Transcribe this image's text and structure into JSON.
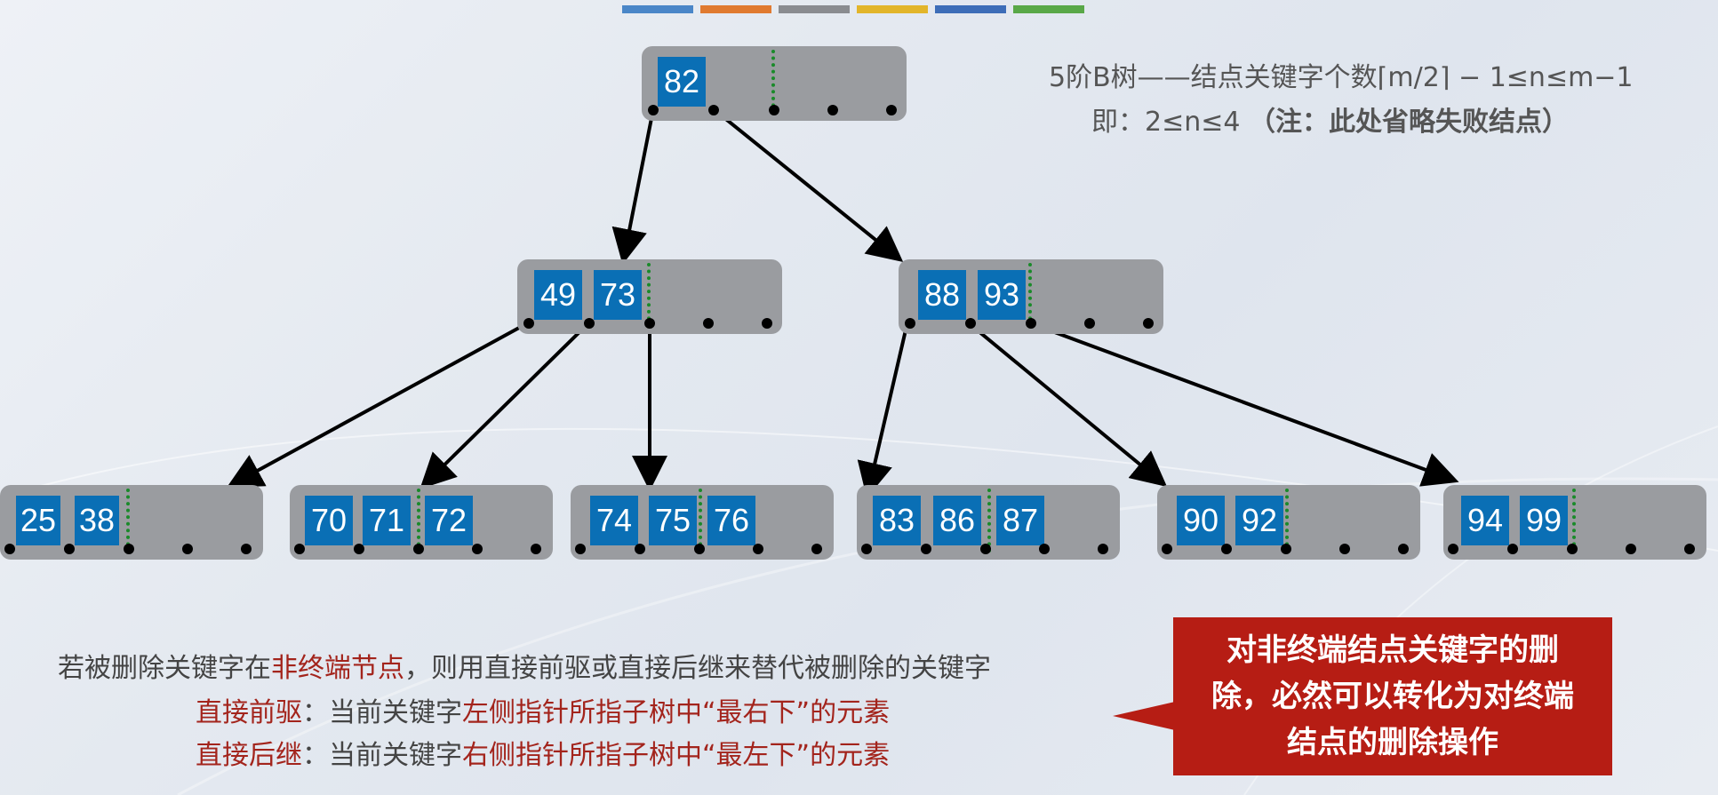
{
  "top_bar_colors": [
    "#4a86c8",
    "#e07a30",
    "#8a8c90",
    "#e2b52a",
    "#3d6db8",
    "#59a848"
  ],
  "key_color": "#0a6fb5",
  "node_color": "#9a9ca0",
  "accent_red": "#a3241c",
  "tree": {
    "root": {
      "keys": [
        "82"
      ]
    },
    "level2": [
      {
        "keys": [
          "49",
          "73"
        ]
      },
      {
        "keys": [
          "88",
          "93"
        ]
      }
    ],
    "leaves": [
      {
        "keys": [
          "25",
          "38"
        ]
      },
      {
        "keys": [
          "70",
          "71",
          "72"
        ]
      },
      {
        "keys": [
          "74",
          "75",
          "76"
        ]
      },
      {
        "keys": [
          "83",
          "86",
          "87"
        ]
      },
      {
        "keys": [
          "90",
          "92"
        ]
      },
      {
        "keys": [
          "94",
          "99"
        ]
      }
    ]
  },
  "formula": {
    "line1": "5阶B树——结点关键字个数⌈m/2⌉ − 1≤n≤m−1",
    "line2_prefix": "即：2≤n≤4 ",
    "line2_note": "（注：此处省略失败结点）"
  },
  "notes": {
    "line1_a": "若被删除关键字在",
    "line1_b": "非终端节点",
    "line1_c": "，则用直接前驱或直接后继来替代被删除的关键字",
    "line2_a": "直接前驱",
    "line2_b": "：当前关键字",
    "line2_c": "左侧指针所指子树中“最右下”的元素",
    "line3_a": "直接后继",
    "line3_b": "：当前关键字",
    "line3_c": "右侧指针所指子树中“最左下”的元素"
  },
  "callout": {
    "line1": "对非终端结点关键字的删",
    "line2": "除，必然可以转化为对终端",
    "line3": "结点的删除操作"
  }
}
